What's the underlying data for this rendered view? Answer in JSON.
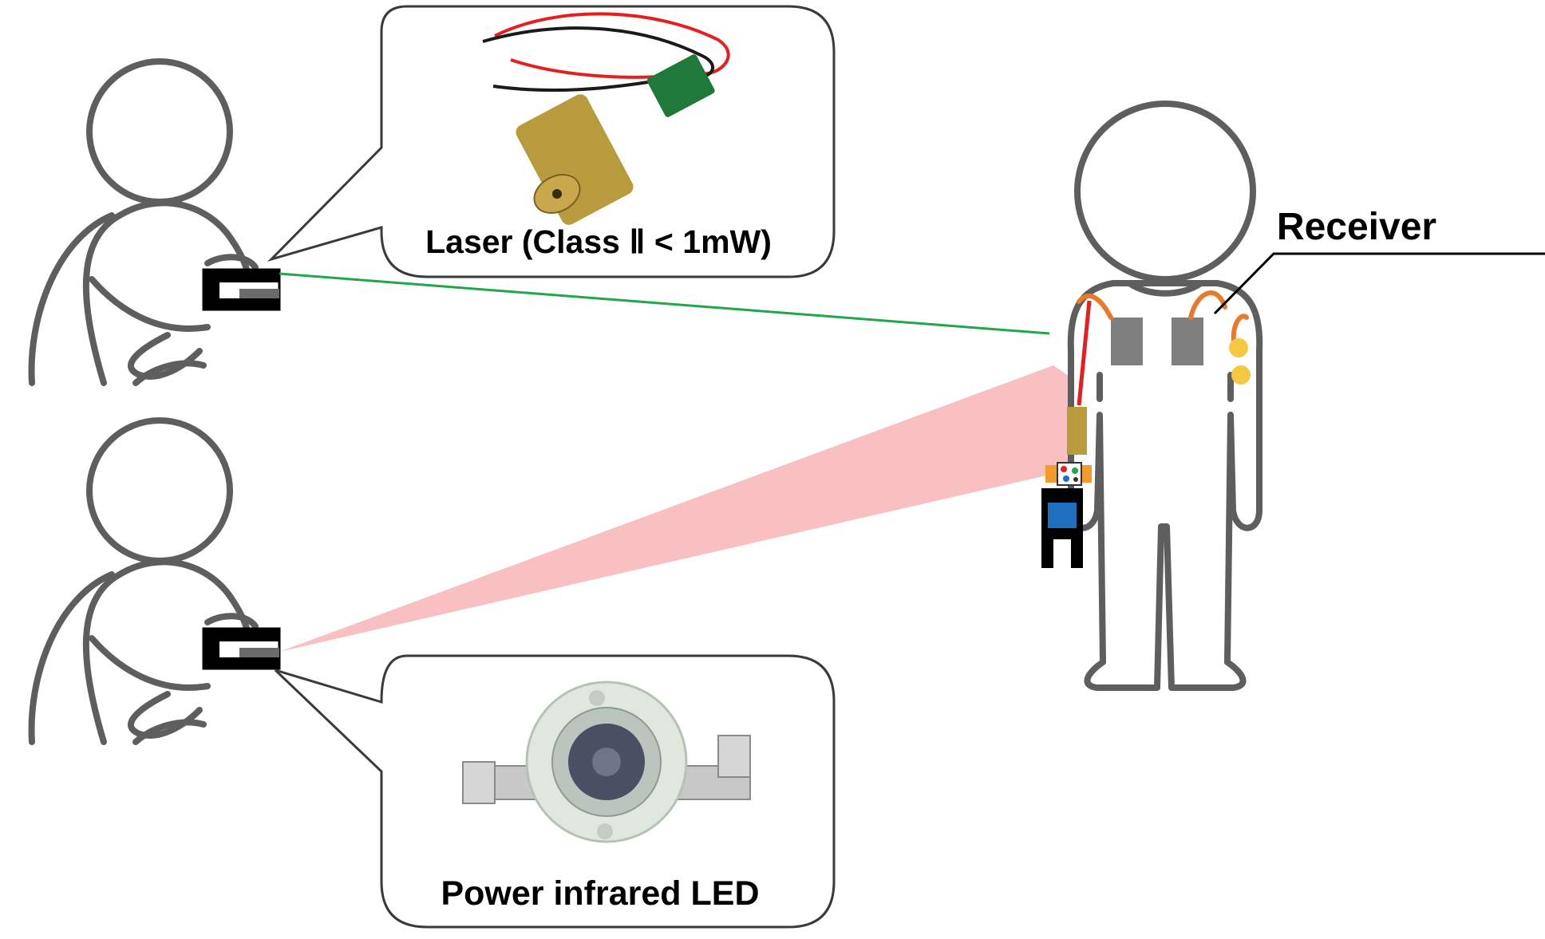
{
  "labels": {
    "laser": "Laser (Class Ⅱ < 1mW)",
    "led": "Power infrared LED",
    "receiver": "Receiver"
  },
  "colors": {
    "laser_beam": "#1fa84a",
    "ir_beam": "#f7b5b5",
    "outline": "#5e5e5e",
    "receiver_wire": "#e87a2a",
    "receiver_pad": "#7f7f7f",
    "laser_module_body": "#b89b3c",
    "led_lens": "#4a4f63",
    "board_blue": "#1f6fc0"
  },
  "icons": {
    "laser_photo": "laser-diode-module-icon",
    "led_photo": "power-ir-led-icon",
    "transmitter": "handheld-transmitter-icon",
    "person": "person-outline-icon"
  }
}
